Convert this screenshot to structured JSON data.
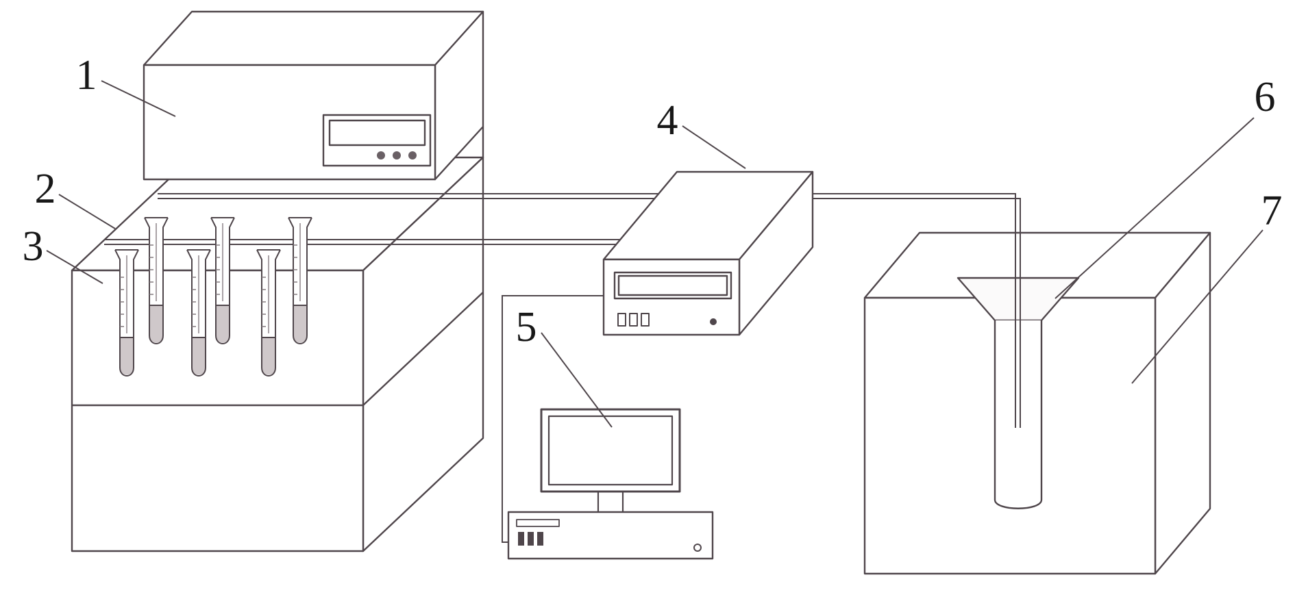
{
  "figure": {
    "labels": [
      "1",
      "2",
      "3",
      "4",
      "5",
      "6",
      "7"
    ],
    "colors": {
      "background": "#ffffff",
      "line": "#4f464b",
      "liquid": "#cfc8ca",
      "label_text": "#181818"
    }
  }
}
